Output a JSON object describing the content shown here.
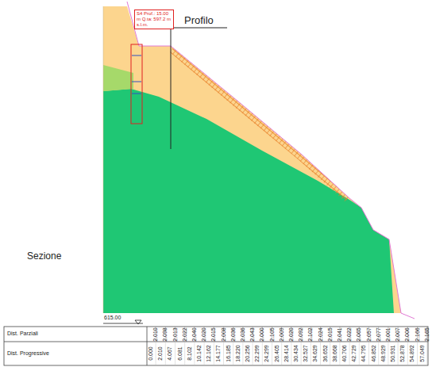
{
  "diagram": {
    "nodes": [
      {
        "text": [
          "S4 Prof.: 15.00 m Q.ta: 597.2 m s.l.m."
        ]
      }
    ],
    "labels": [
      "Profilo",
      "Sezione",
      "615.00",
      "Dist. Parziali",
      "Dist. Progressive",
      "2.010",
      "2.098",
      "2.013",
      "2.022",
      "2.040",
      "2.020",
      "2.015",
      "2.008",
      "2.036",
      "2.036",
      "2.043",
      "2.000",
      "2.105",
      "2.009",
      "2.020",
      "2.092",
      "2.102",
      "2.024",
      "2.015",
      "2.041",
      "2.022",
      "2.065",
      "2.057",
      "2.077",
      "2.001",
      "2.007",
      "2.006",
      "2.166",
      "2.165",
      "0.000",
      "2.010",
      "4.067",
      "6.081",
      "8.102",
      "10.142",
      "12.162",
      "14.177",
      "16.185",
      "18.220",
      "20.256",
      "22.299",
      "24.299",
      "26.405",
      "28.414",
      "30.434",
      "32.527",
      "34.629",
      "36.652",
      "38.668",
      "40.706",
      "42.729",
      "44.795",
      "46.852",
      "48.929",
      "50.931",
      "52.878",
      "54.892",
      "57.049"
    ]
  }
}
